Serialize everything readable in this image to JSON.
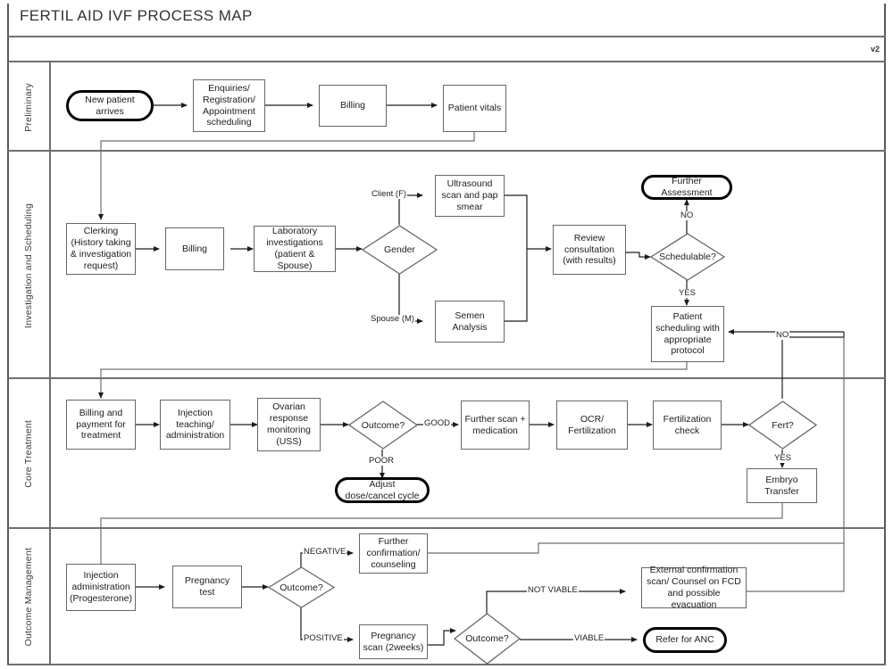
{
  "header": {
    "title": "FERTIL AID IVF PROCESS MAP",
    "version": "v2"
  },
  "lanes": [
    {
      "id": "preliminary",
      "label": "Preliminary"
    },
    {
      "id": "investigation",
      "label": "Investigation and Scheduling"
    },
    {
      "id": "core",
      "label": "Core Treatment"
    },
    {
      "id": "outcome",
      "label": "Outcome Management"
    }
  ],
  "nodes": {
    "new_patient_arrives": "New patient arrives",
    "enquiries": "Enquiries/ Registration/ Appointment scheduling",
    "billing_prelim": "Billing",
    "patient_vitals": "Patient vitals",
    "clerking": "Clerking (History taking & investigation request)",
    "billing_inv": "Billing",
    "lab_investigations": "Laboratory investigations (patient & Spouse)",
    "gender": "Gender",
    "ultrasound": "Ultrasound scan and pap smear",
    "semen_analysis": "Semen Analysis",
    "review_consultation": "Review consultation (with results)",
    "schedulable": "Schedulable?",
    "further_assessment": "Further Assessment",
    "patient_scheduling": "Patient scheduling with appropriate protocol",
    "billing_payment": "Billing and payment for treatment",
    "injection_teaching": "Injection teaching/ administration",
    "ovarian_monitoring": "Ovarian response monitoring (USS)",
    "outcome_core": "Outcome?",
    "adjust_dose": "Adjust dose/cancel cycle",
    "further_scan": "Further scan + medication",
    "ocr_fertilization": "OCR/ Fertilization",
    "fertilization_check": "Fertilization check",
    "fert": "Fert?",
    "embryo_transfer": "Embryo Transfer",
    "injection_progesterone": "Injection administration (Progesterone)",
    "pregnancy_test": "Pregnancy test",
    "outcome_preg": "Outcome?",
    "further_confirmation": "Further confirmation/ counseling",
    "pregnancy_scan": "Pregnancy scan (2weeks)",
    "outcome_viability": "Outcome?",
    "external_confirmation": "External confirmation scan/ Counsel on FCD and possible evacuation",
    "refer_anc": "Refer for ANC"
  },
  "edge_labels": {
    "client_f": "Client (F)",
    "spouse_m": "Spouse (M)",
    "sched_no": "NO",
    "sched_yes": "YES",
    "good": "GOOD",
    "poor": "POOR",
    "fert_no": "NO",
    "fert_yes": "YES",
    "negative": "NEGATIVE",
    "positive": "POSITIVE",
    "not_viable": "NOT VIABLE",
    "viable": "VIABLE"
  },
  "colors": {
    "lane_border": "#6b7074",
    "node_border": "#63686c",
    "terminator_border": "#000000",
    "connector": "#1d1d1d",
    "background": "#ffffff"
  }
}
